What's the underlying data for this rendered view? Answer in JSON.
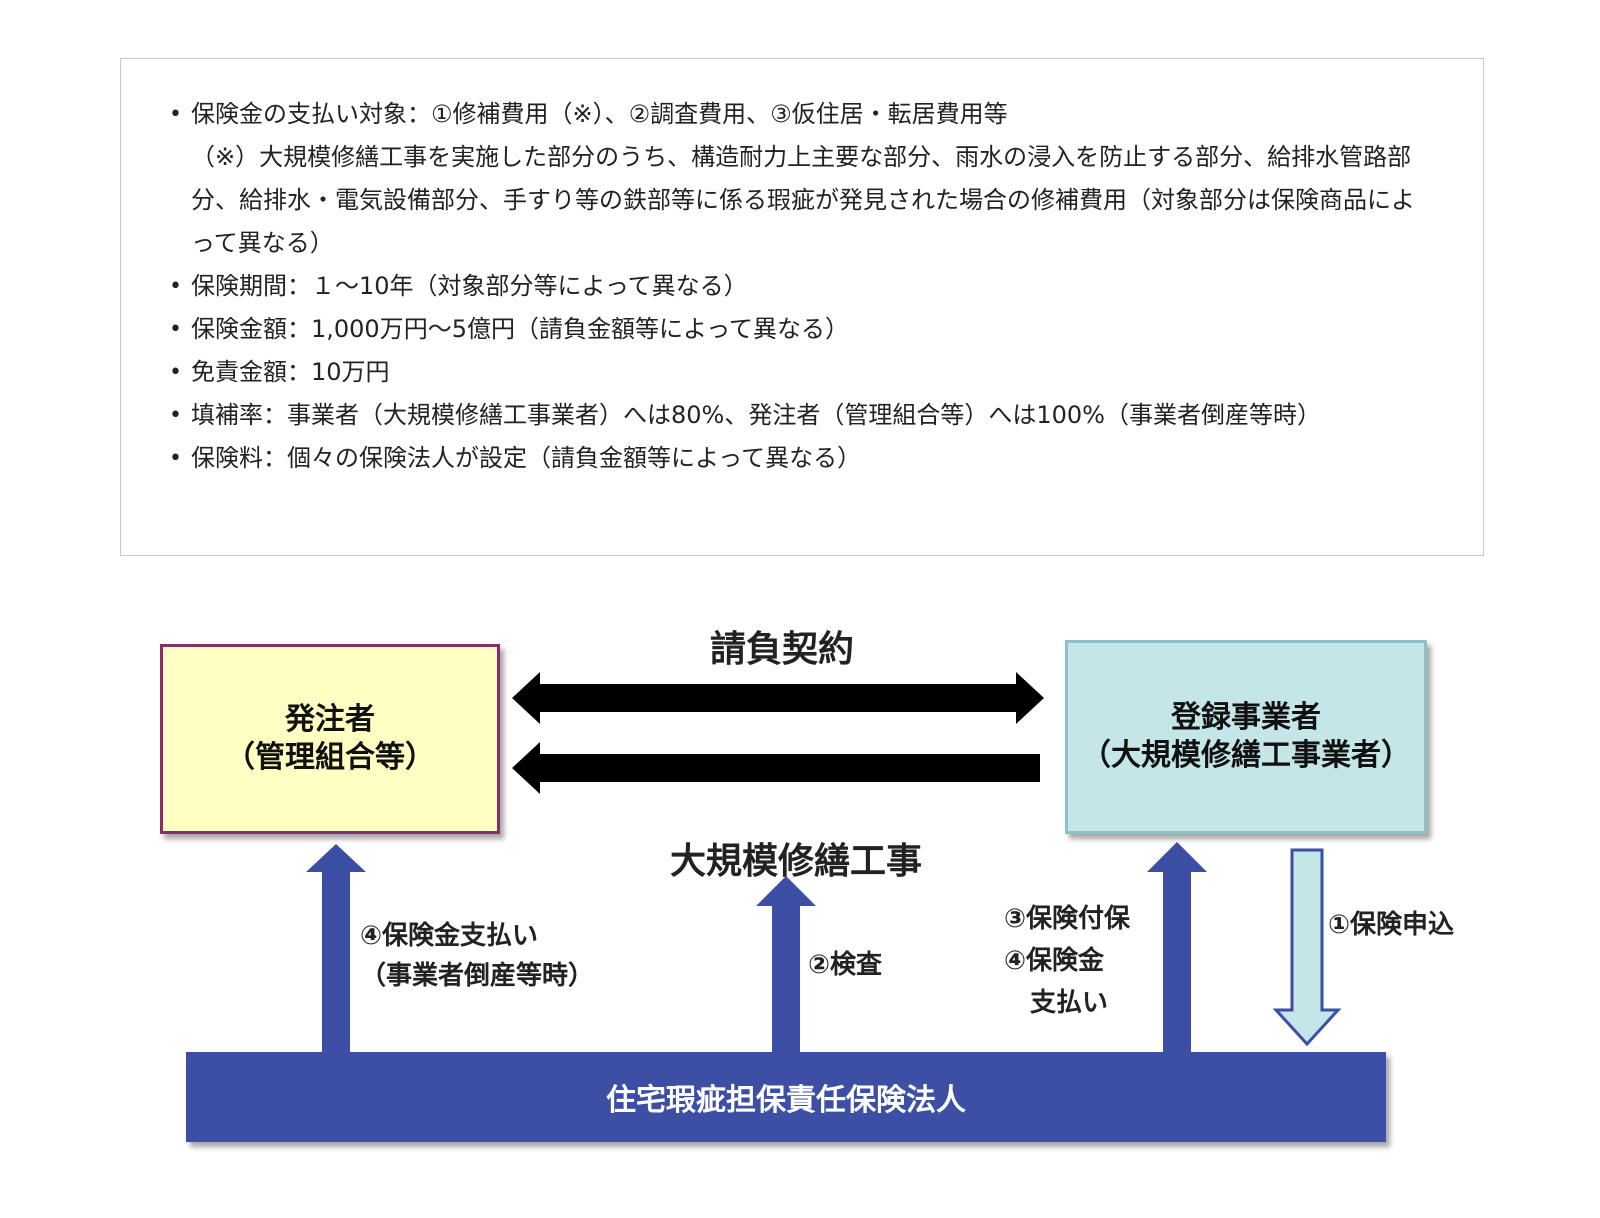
{
  "info": {
    "items": [
      {
        "text": "保険金の支払い対象：①修補費用（※）、②調査費用、③仮住居・転居費用等",
        "note": "（※）大規模修繕工事を実施した部分のうち、構造耐力上主要な部分、雨水の浸入を防止する部分、給排水管路部分、給排水・電気設備部分、手すり等の鉄部等に係る瑕疵が発見された場合の修補費用（対象部分は保険商品によって異なる）"
      },
      {
        "text": "保険期間：１～10年（対象部分等によって異なる）"
      },
      {
        "text": "保険金額：1,000万円～5億円（請負金額等によって異なる）"
      },
      {
        "text": "免責金額：10万円"
      },
      {
        "text": "填補率：事業者（大規模修繕工事業者）へは80%、発注者（管理組合等）へは100%（事業者倒産等時）"
      },
      {
        "text": "保険料：個々の保険法人が設定（請負金額等によって異なる）"
      }
    ]
  },
  "diagram": {
    "orderer": {
      "line1": "発注者",
      "line2": "（管理組合等）"
    },
    "contractor": {
      "line1": "登録事業者",
      "line2": "（大規模修繕工事業者）"
    },
    "insurer": "住宅瑕疵担保責任保険法人",
    "contract_label": "請負契約",
    "work_label": "大規模修繕工事",
    "pay_orderer": {
      "line1": "④保険金支払い",
      "line2": "（事業者倒産等時）"
    },
    "inspect_label": "②検査",
    "insure": {
      "line1": "③保険付保",
      "line2": "④保険金",
      "line3": "　支払い"
    },
    "apply_label": "①保険申込",
    "colors": {
      "orderer_fill": "#ffffc4",
      "orderer_border": "#8a2b6b",
      "contractor_fill": "#c5e6e8",
      "insurer_fill": "#3c4fa5",
      "arrow_blue": "#3c4fa5",
      "arrow_light": "#c5e6e8"
    }
  }
}
